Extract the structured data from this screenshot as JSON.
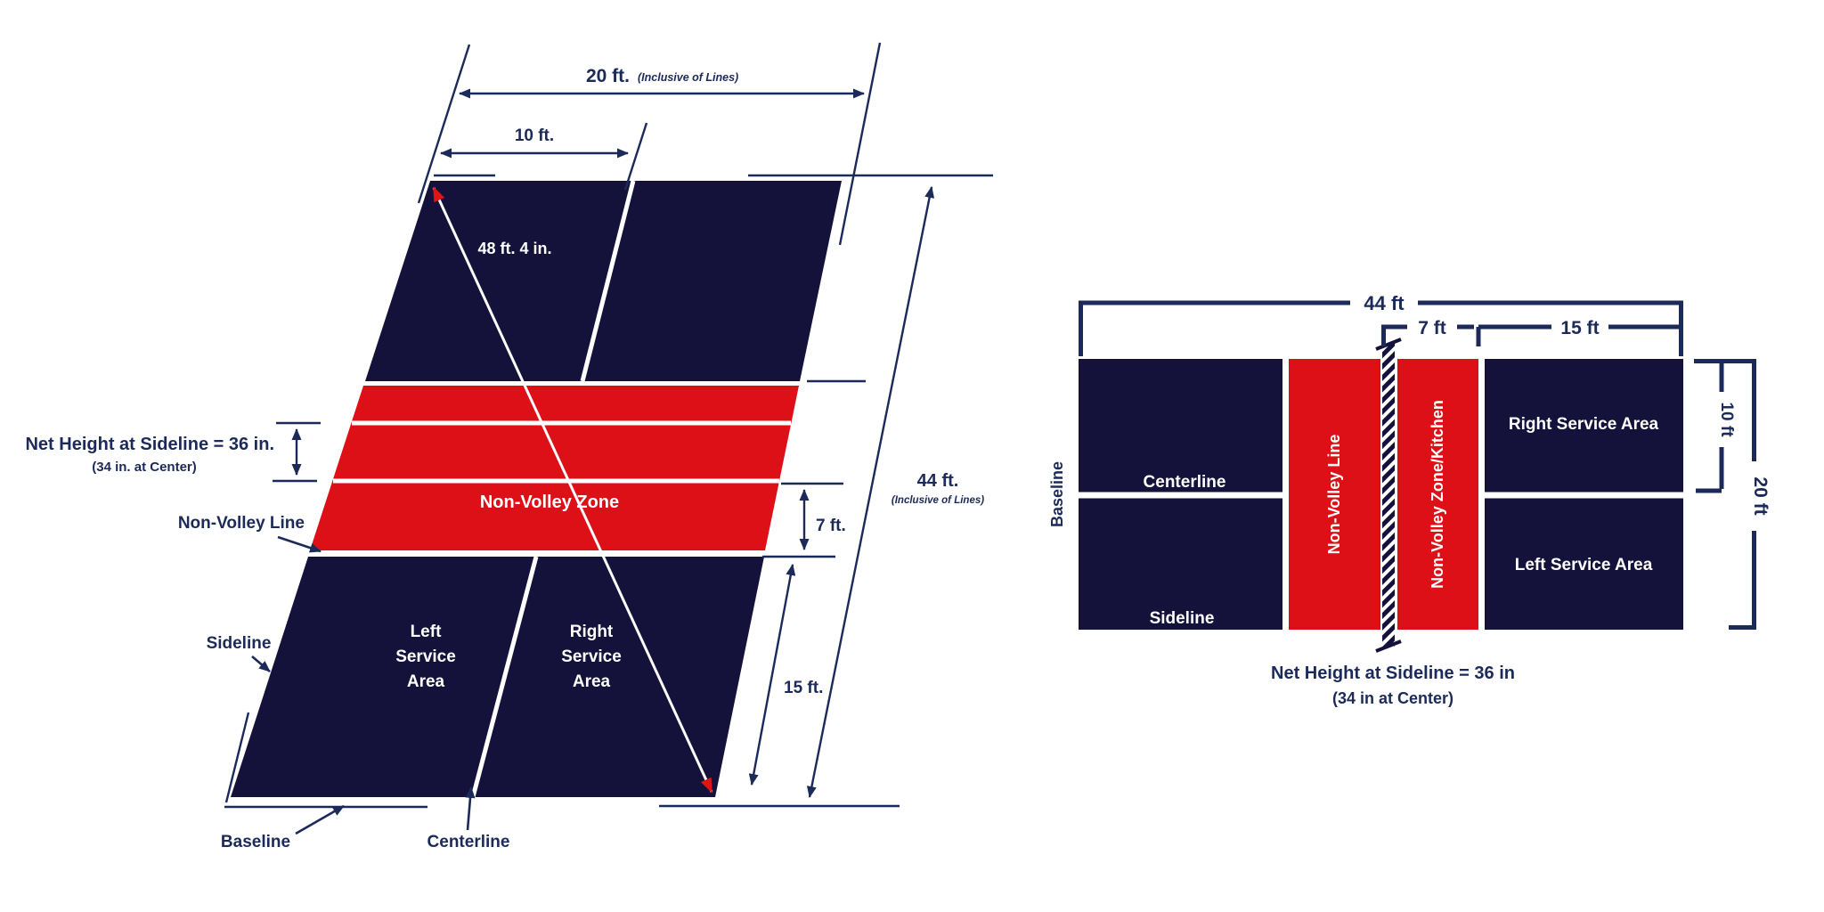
{
  "title": "Pickleball Court Dimensions Diagram",
  "colors": {
    "court_navy": "#14123a",
    "zone_red": "#dc1016",
    "annotation_navy": "#1c2a5a",
    "line_white": "#ffffff"
  },
  "perspective_view": {
    "dim_width_total": "20 ft.",
    "dim_width_note": "(Inclusive of Lines)",
    "dim_half_width": "10 ft.",
    "dim_diagonal": "48 ft. 4 in.",
    "net_height_line1": "Net Height at Sideline = 36 in.",
    "net_height_line2": "(34 in. at Center)",
    "label_non_volley_line": "Non-Volley Line",
    "label_non_volley_zone": "Non-Volley Zone",
    "label_sideline": "Sideline",
    "left_service_area": [
      "Left",
      "Service",
      "Area"
    ],
    "right_service_area": [
      "Right",
      "Service",
      "Area"
    ],
    "dim_nvz_depth": "7 ft.",
    "dim_service_depth": "15 ft.",
    "dim_length_total": "44 ft.",
    "dim_length_note": "(Inclusive of Lines)",
    "label_baseline": "Baseline",
    "label_centerline": "Centerline"
  },
  "top_view": {
    "dim_length": "44 ft",
    "dim_nvz": "7 ft",
    "dim_service": "15 ft",
    "dim_half_width": "10 ft",
    "dim_width": "20 ft",
    "label_baseline": "Baseline",
    "label_centerline": "Centerline",
    "label_sideline": "Sideline",
    "label_nv_line": "Non-Volley Line",
    "label_nv_zone": "Non-Volley Zone/Kitchen",
    "right_service_area": "Right Service Area",
    "left_service_area": "Left Service Area",
    "net_height_line1": "Net Height at Sideline = 36 in",
    "net_height_line2": "(34 in at Center)"
  }
}
